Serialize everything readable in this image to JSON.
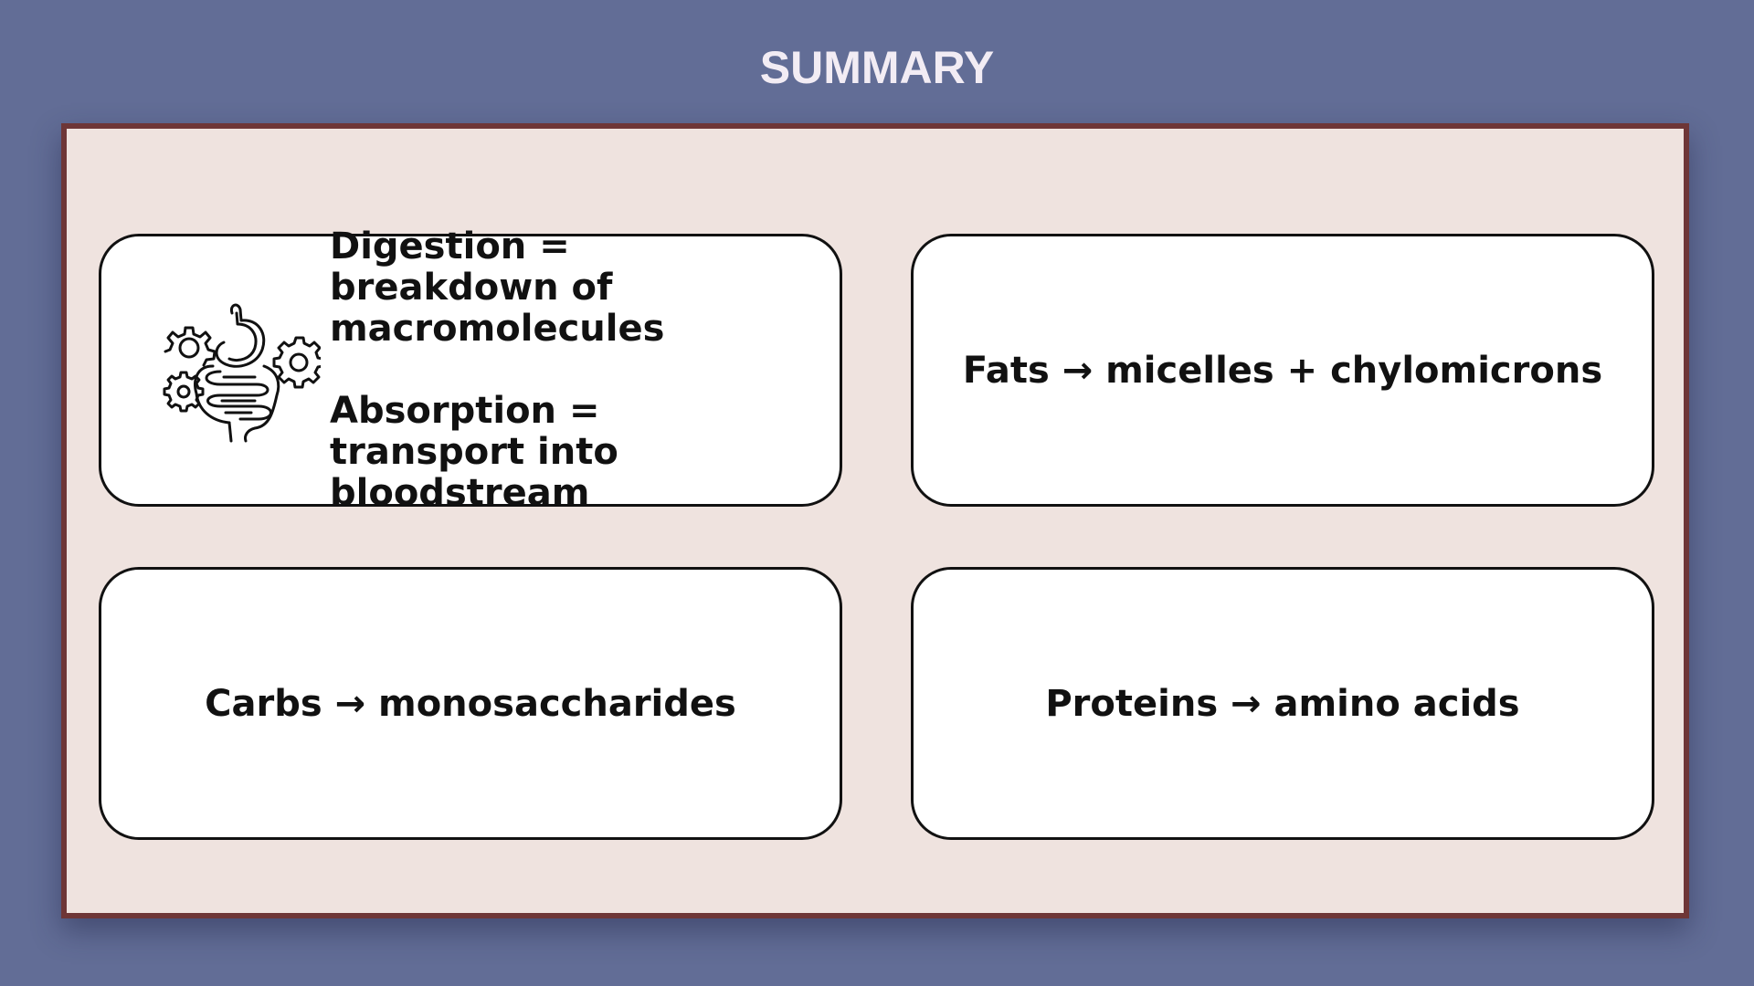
{
  "title": "SUMMARY",
  "cards": [
    {
      "icon": "digestive-system-gears-icon",
      "lines": [
        "Digestion = breakdown of macromolecules",
        "Absorption = transport into bloodstream"
      ]
    },
    {
      "text": "Fats → micelles + chylomicrons"
    },
    {
      "text": "Carbs → monosaccharides"
    },
    {
      "text": "Proteins → amino acids"
    }
  ],
  "colors": {
    "background": "#626d96",
    "panel": "#efe3df",
    "panel_border": "#6e3637",
    "card": "#ffffff",
    "text": "#111111",
    "title": "#f2ecf4"
  }
}
